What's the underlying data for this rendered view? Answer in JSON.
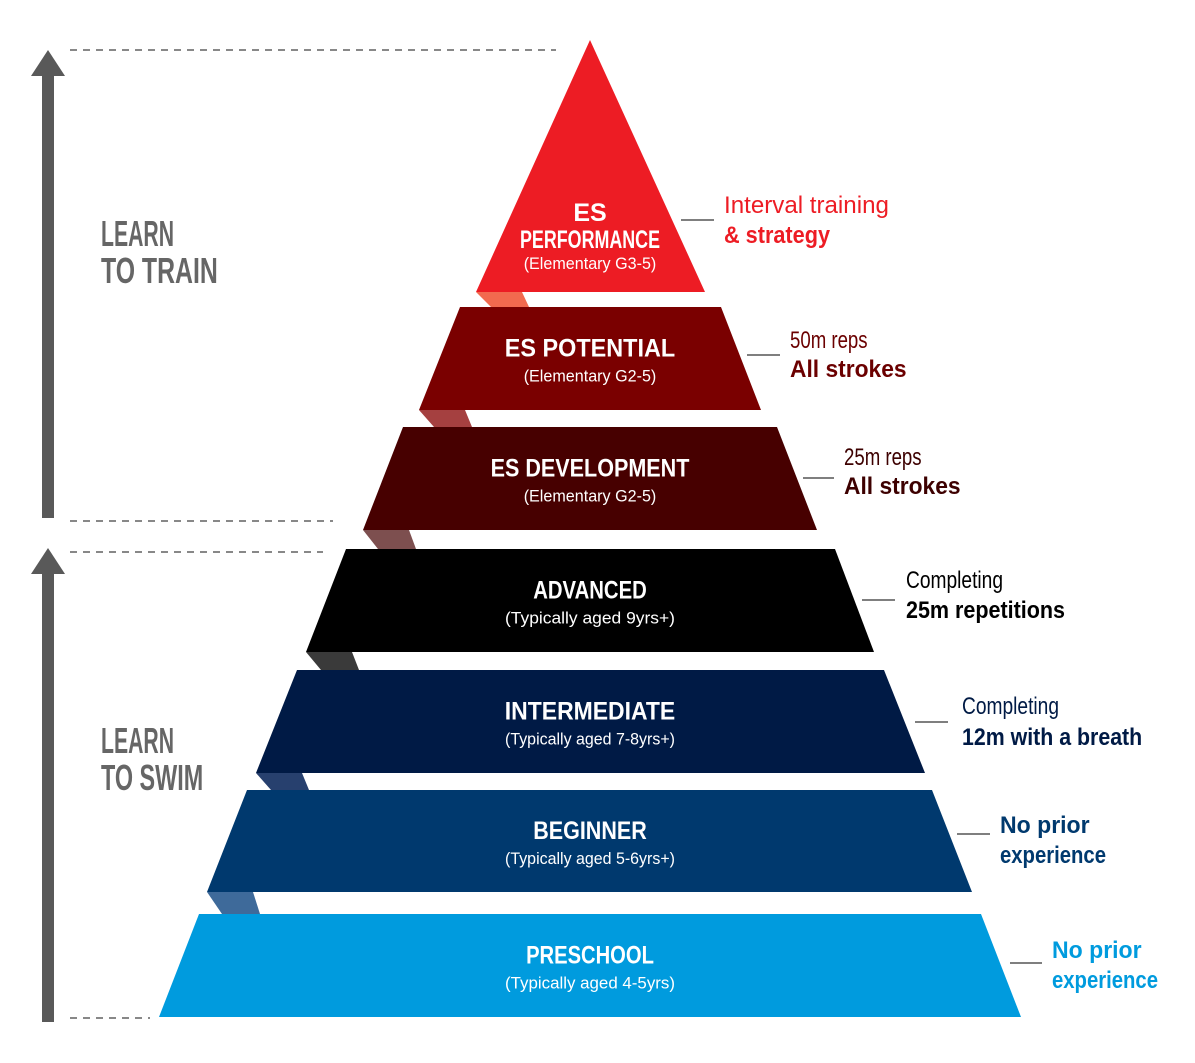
{
  "side_labels": {
    "learn_to_train": [
      "LEARN",
      "TO TRAIN"
    ],
    "learn_to_swim": [
      "LEARN",
      "TO SWIM"
    ]
  },
  "levels": [
    {
      "id": "es-performance",
      "title_lines": [
        "ES",
        "PERFORMANCE"
      ],
      "subtitle": "(Elementary G3-5)",
      "color": "#ED1C24",
      "fold_color": "#F26A4F",
      "note_color": "#ED1C24",
      "note_lines": [
        "Interval training",
        "& strategy"
      ]
    },
    {
      "id": "es-potential",
      "title_lines": [
        "ES POTENTIAL"
      ],
      "subtitle": "(Elementary G2-5)",
      "color": "#7A0000",
      "fold_color": "#A54040",
      "note_color": "#6B0000",
      "note_lines": [
        "50m reps",
        "All strokes"
      ]
    },
    {
      "id": "es-development",
      "title_lines": [
        "ES DEVELOPMENT"
      ],
      "subtitle": "(Elementary G2-5)",
      "color": "#470000",
      "fold_color": "#7D4F4F",
      "note_color": "#3D0000",
      "note_lines": [
        "25m reps",
        "All strokes"
      ]
    },
    {
      "id": "advanced",
      "title_lines": [
        "ADVANCED"
      ],
      "subtitle": "(Typically aged 9yrs+)",
      "color": "#000000",
      "fold_color": "#3A3A3A",
      "note_color": "#000000",
      "note_lines": [
        "Completing",
        "25m repetitions"
      ]
    },
    {
      "id": "intermediate",
      "title_lines": [
        "INTERMEDIATE"
      ],
      "subtitle": "(Typically aged 7-8yrs+)",
      "color": "#001A45",
      "fold_color": "#27406E",
      "note_color": "#001A45",
      "note_lines": [
        "Completing",
        "12m with a breath"
      ]
    },
    {
      "id": "beginner",
      "title_lines": [
        "BEGINNER"
      ],
      "subtitle": "(Typically aged 5-6yrs+)",
      "color": "#00396E",
      "fold_color": "#3E6A9A",
      "note_color": "#00396E",
      "note_lines": [
        "No prior",
        "experience"
      ]
    },
    {
      "id": "preschool",
      "title_lines": [
        "PRESCHOOL"
      ],
      "subtitle": "(Typically aged 4-5yrs)",
      "color": "#009BDE",
      "fold_color": "#009BDE",
      "note_color": "#009BDE",
      "note_lines": [
        "No prior",
        "experience"
      ]
    }
  ],
  "colors": {
    "arrow": "#595959",
    "dash": "#888888",
    "side_label": "#666666",
    "note_line": "#555555"
  }
}
